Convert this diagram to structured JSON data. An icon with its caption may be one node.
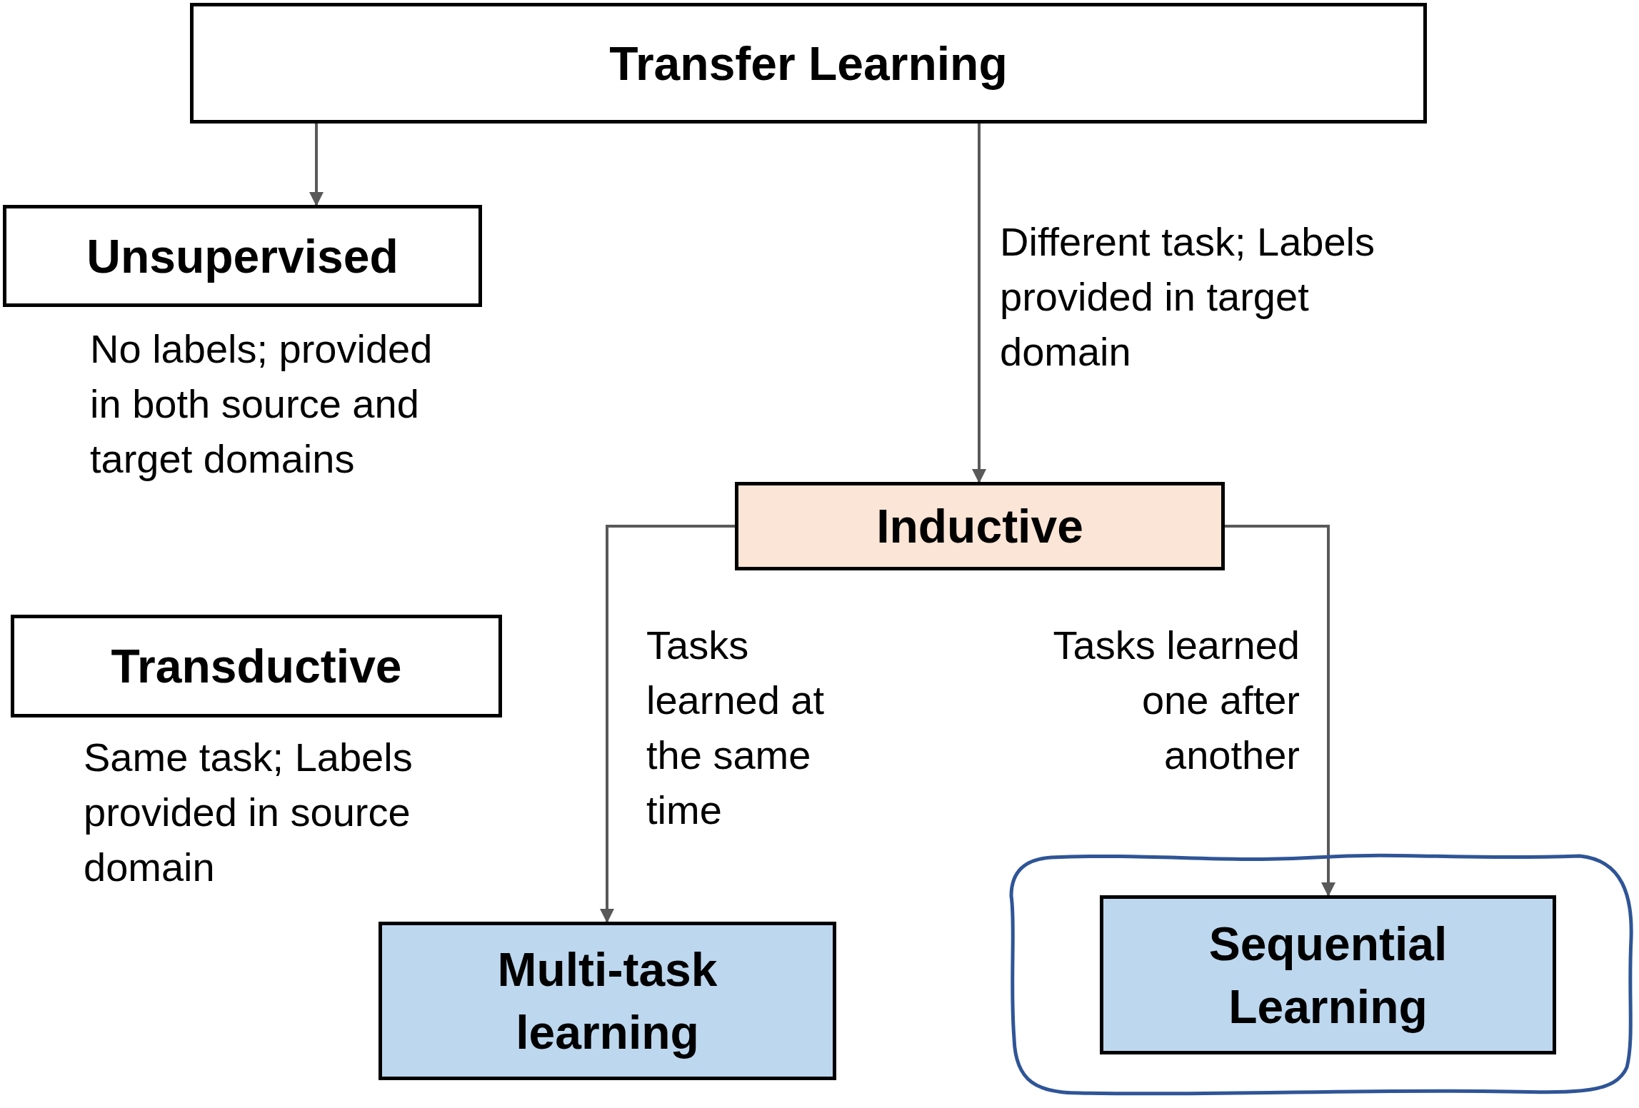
{
  "diagram": {
    "nodes": [
      {
        "text": [
          "Transfer Learning"
        ]
      },
      {
        "text": [
          "Unsupervised"
        ],
        "beside": [
          "No labels; provided in both source and target domains"
        ]
      },
      {
        "text": [
          "Transductive"
        ],
        "beside": [
          "Same task; Labels provided in source domain"
        ]
      },
      {
        "text": [
          "Inductive"
        ]
      },
      {
        "text": [
          "Multi-task learning"
        ]
      },
      {
        "text": [],
        "shape": "box"
      },
      {
        "text": [
          "Sequential Learning"
        ],
        "in": 5
      }
    ],
    "edges": [
      {
        "from": 0,
        "to": 1,
        "arrow": "to"
      },
      {
        "from": 0,
        "to": 3,
        "arrow": "to",
        "label": "Different task; Labels provided in target domain"
      },
      {
        "from": 3,
        "to": 4,
        "arrow": "to",
        "label": "Tasks learned at the same time"
      },
      {
        "from": 3,
        "to": 6,
        "arrow": "to",
        "label": "Tasks learned one after another"
      }
    ]
  }
}
